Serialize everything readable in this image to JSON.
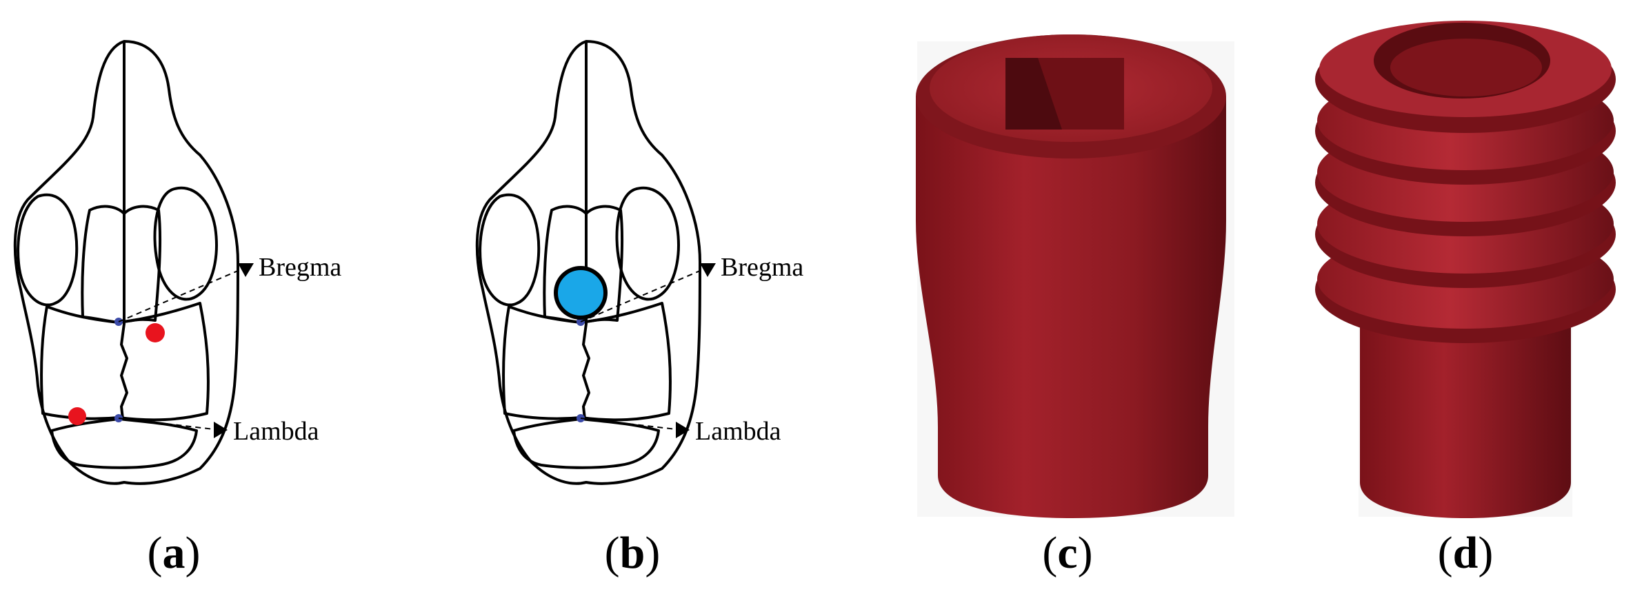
{
  "panels": {
    "a": {
      "caption_letter": "a",
      "bregma_label": "Bregma",
      "lambda_label": "Lambda"
    },
    "b": {
      "caption_letter": "b",
      "bregma_label": "Bregma",
      "lambda_label": "Lambda"
    },
    "c": {
      "caption_letter": "c"
    },
    "d": {
      "caption_letter": "d"
    }
  },
  "colors": {
    "marker_red": "#e8141e",
    "landmark_blue": "#3b4aa8",
    "implant_blue": "#1aa7e8",
    "device_red": "#8e1b22"
  }
}
